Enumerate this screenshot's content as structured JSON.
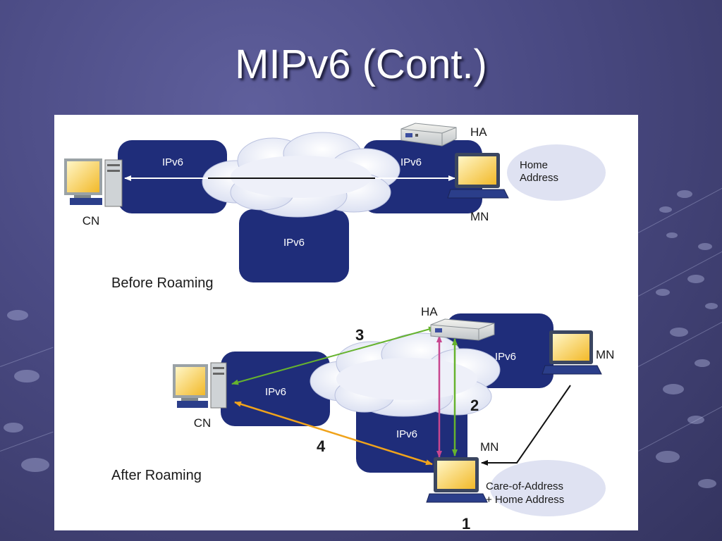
{
  "slide": {
    "title": "MIPv6 (Cont.)"
  },
  "before": {
    "caption": "Before Roaming",
    "net_left": "IPv6",
    "net_right": "IPv6",
    "net_bottom": "IPv6",
    "cn_label": "CN",
    "ha_label": "HA",
    "mn_label": "MN",
    "bubble_line1": "Home",
    "bubble_line2": "Address"
  },
  "after": {
    "caption": "After Roaming",
    "net_left": "IPv6",
    "net_right": "IPv6",
    "net_bottom": "IPv6",
    "cn_label": "CN",
    "ha_label": "HA",
    "mn_home_label": "MN",
    "mn_visit_label": "MN",
    "bubble_line1": "Care-of-Address",
    "bubble_line2": "+ Home Address",
    "step1": "1",
    "step2": "2",
    "step3": "3",
    "step4": "4"
  },
  "colors": {
    "network": "#1f2d7a",
    "cloud": "#e9ecf7",
    "bubble": "#dfe2f2",
    "arrow_green": "#66b32e",
    "arrow_magenta": "#c8468f",
    "arrow_orange": "#f0a31b",
    "arrow_black": "#111111",
    "arrow_white": "#ffffff"
  },
  "icons": {
    "cn": "desktop-computer-icon",
    "ha": "router-server-icon",
    "mn": "laptop-icon"
  }
}
